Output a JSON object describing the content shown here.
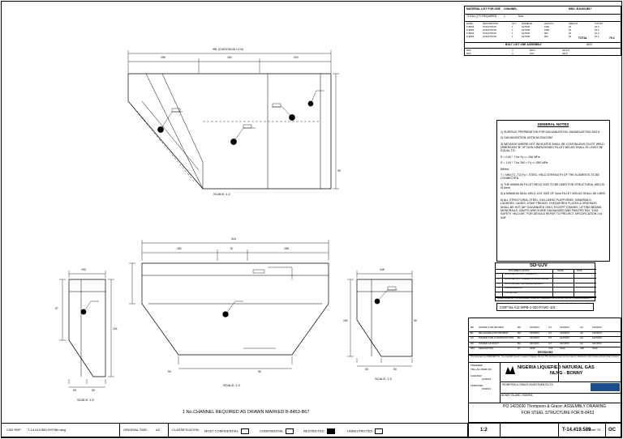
{
  "material_list": {
    "header_left": "MATERIAL LIST FOR ONE",
    "member": "CHANNEL",
    "header_right": "MKD. B-8453-B67",
    "qty_label": "TOTAL QTY REQUIRED:",
    "qty_value": "1",
    "qty_unit": "Nos.",
    "columns": [
      "MARK",
      "DESCRIPTION",
      "QTY",
      "MATERIAL",
      "LENGTH",
      "WEIGHT",
      "TOT.WT"
    ],
    "rows": [
      [
        "P-B453",
        "C152X76X18",
        "1",
        "S275JR",
        "1050",
        "18",
        "18.9"
      ],
      [
        "P-B453",
        "C152X76X18",
        "1",
        "S275JR",
        "1050",
        "18",
        "18.9"
      ],
      [
        "P-B453",
        "C152X76X18",
        "1",
        "S275JR",
        "900",
        "18",
        "16.2"
      ],
      [
        "P-B453",
        "C152X76X18",
        "1",
        "S275JR",
        "900",
        "18",
        "16.2"
      ]
    ],
    "total_label": "TOTAL",
    "total_value": "70.2",
    "bolt_title": "BOLT LIST ONE ASSEMBLY",
    "bolt_sub": "M20",
    "bolt_rows": [
      [
        "M20",
        "-",
        "4",
        "BOLT",
        "GR.8.8",
        "-"
      ],
      [
        "M20",
        "-",
        "4",
        "NUT",
        "GR.8",
        "-"
      ]
    ]
  },
  "drawing": {
    "top_overall": "991 (C152X76X18 x 4 N)",
    "top_dims": [
      "195",
      "150",
      "220"
    ],
    "top_side_dim": "90",
    "scale_label": "SCALE: 1:2",
    "bottom_overall": "416",
    "bottom_dims": [
      "182",
      "76",
      "158"
    ],
    "bottom_small": [
      "90",
      "50"
    ],
    "left_dims": [
      "150",
      "97",
      "115"
    ],
    "left_bottom_dims": [
      "50",
      "50"
    ],
    "right_dims": [
      "248",
      "150",
      "90"
    ],
    "right_bottom_dims": [
      "50",
      "50"
    ],
    "note": "1 No.CHANNEL REQUIRED AS DRAWN MARKED  B-8453-B67"
  },
  "general_notes": {
    "title": "GENERAL NOTES",
    "items": [
      "1) SURFACE PREPARATION FOR GALVANIZATION: SANDBLASTING SA2.5",
      "2) GALVANIZATION: ASTM A123/A123M",
      "3) WELDING WHERE NOT INDICATED SHALL BE CONTINUOUS FILLET WELD. DIMENSION \"B\" OF NON DIMENSIONED FILLET WELDS SHALL AT LEAST BE EQUAL TO:",
      "S = 0.60 * T  for Fy <= 260 MPa",
      "S = 1.00 * T  for 260 < Fy <= 550 MPa",
      "Where:",
      "T = MIN (T1, T2) Fy = STEEL YIELD STRENGTH OF THE ELEMENTS TO BE CONNECTED.",
      "4) THE MINIMUM FILLET WELD SIZE TO BE USED FOR STRUCTURAL WELDS IS 6mm.",
      "5) A MINIMUM SEAL WELD LEG SIZE OF 3mm FILLET WELDS SHALL BE USED.",
      "6) ALL STRUCTURAL STEEL, INCLUDING PLATFORMS, HANDRAILS, LADDERS, CAGES, STAIR TREADS, CHEQUERED PLATES & GRATINGS SHALL BE HOT DIP GALVANIZED ONLY, EXCEPT CRANES, LIFTING BEAMS, MONORAILS, DAVITS WHICH ARE GALVANIZED AND PAINTED RAL \"1003 SAFETY YELLOW\". FOR DETAILS REFER TO PROJECT SPECIFICATION 1 to 928\""
    ]
  },
  "stamp": {
    "title": "SD-UJV",
    "col1": "DOCUMENT STATUS",
    "col2": "NAME",
    "col3": "DATE",
    "rows": [
      [
        "1",
        "APPROVED WITHOUT COMMENTS"
      ],
      [
        "2",
        "APPROVED WITH COMMENTS INCORPORATED"
      ],
      [
        "3",
        "NOT APPROVED - REVISE AND RESUBMIT"
      ],
      [
        "4",
        "FOR INFORMATION"
      ],
      [
        "5",
        "FOR RECORD"
      ]
    ],
    "footnote": "ACCEPTANCE OF THIS DOCUMENT DOES NOT RELIEVE THE CONTRACTOR OF ITS RESPONSIBILITY"
  },
  "cwp": "CWP No.A11-WPB-1-020-FI-MC-101",
  "revisions": {
    "header": [
      "REV",
      "DESCRIPTION",
      "BY",
      "DATE",
      "CHK",
      "DATE",
      "APP",
      "DATE"
    ],
    "rows": [
      [
        "B0",
        "ISSUED FOR REVIEW",
        "BA",
        "10/05/23",
        "GT",
        "10/05/23",
        "AA",
        "10/05/23"
      ],
      [
        "B1",
        "RE-ISSUED FOR REVIEW",
        "BA",
        "15/06/23",
        "GT",
        "15/06/23",
        "AA",
        "15/06/23"
      ],
      [
        "C0",
        "ISSUED FOR CONSTRUCTION",
        "BA",
        "21/03/23",
        "GT",
        "21/03/23",
        "AA",
        "21/03/23"
      ],
      [
        "D0",
        "ISSUED AS BUILT",
        "BA",
        "02/10/23",
        "GT",
        "02/10/23",
        "AA",
        "02/10/23"
      ]
    ],
    "title": "REVISIONS"
  },
  "title_block": {
    "disclaimer": "This document is CONFIDENTIAL. The copyright thereof is vested in Nigeria LNG Ltd. This document must not be copied or disclosed to third parties without written consent.",
    "client": "NIGERIA LIQUEFIED NATURAL GAS",
    "client2": "NLNG - BONNY",
    "contractor": "THOMPSON & GRACE INVESTMENTS LTD",
    "location": "BONNY ISLAND, NIGERIA",
    "project": "PO 1423030 Thompson & Grace: ASSEMBLY DRAWING",
    "project2": "FOR STEEL STRUCTURE FOR B-8453",
    "scale": "1:2",
    "doc_no": "T-14.419.589",
    "sheet": "Sheet 732",
    "rev": "OC",
    "prepared": "PREPARED",
    "checked": "CHECKED",
    "approved": "APPROVED",
    "ref": "TBLL-AD-15986-515",
    "date1": "10/05/23",
    "date2": "15/06/23"
  },
  "footer": {
    "cad_label": "CAD REF:",
    "cad_value": "T-14.419.589-SHT6th.dwg",
    "orig_label": "ORIGINAL SIZE:",
    "orig_value": "A3",
    "class_label": "CLASSIFICATION:",
    "c1": "MOST CONFIDENTIAL",
    "c2": "CONFIDENTIAL",
    "c3": "RESTRICTED",
    "c4": "UNRESTRICTED"
  }
}
